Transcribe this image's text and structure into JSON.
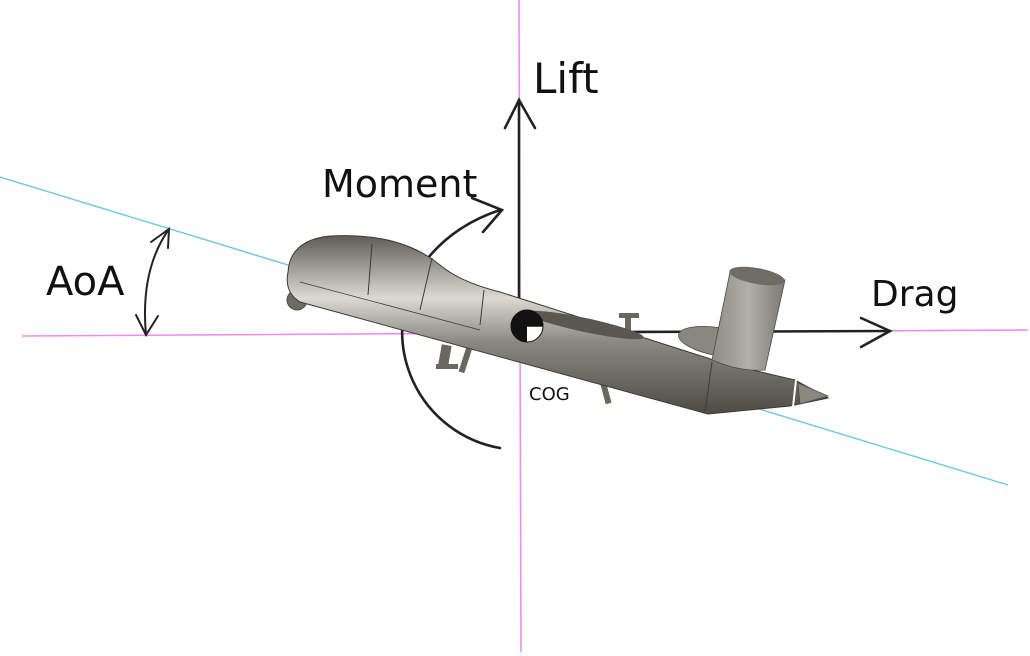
{
  "diagram": {
    "subject": "UAV side view with aerodynamic force diagram",
    "labels": {
      "lift": "Lift",
      "moment": "Moment",
      "aoa": "AoA",
      "drag": "Drag",
      "cog": "COG"
    },
    "colors": {
      "reference_axis": "#f08cf0",
      "body_axis": "#6cc6e8",
      "vector": "#222222",
      "fuselage": "#7d7a72",
      "fuselage_highlight": "#d9d6cf",
      "background": "#ffffff"
    },
    "elements": [
      {
        "id": "horizontal-reference-line",
        "type": "line",
        "color": "reference_axis"
      },
      {
        "id": "vertical-reference-line",
        "type": "line",
        "color": "reference_axis"
      },
      {
        "id": "body-axis-line",
        "type": "line",
        "color": "body_axis"
      },
      {
        "id": "lift-vector",
        "type": "arrow",
        "direction": "up"
      },
      {
        "id": "drag-vector",
        "type": "arrow",
        "direction": "right"
      },
      {
        "id": "moment-arc",
        "type": "curved-arrow",
        "direction": "clockwise"
      },
      {
        "id": "aoa-arc",
        "type": "double-arrow",
        "between": [
          "horizontal-reference-line",
          "body-axis-line"
        ]
      },
      {
        "id": "cog-marker",
        "type": "checkered-circle"
      }
    ]
  }
}
